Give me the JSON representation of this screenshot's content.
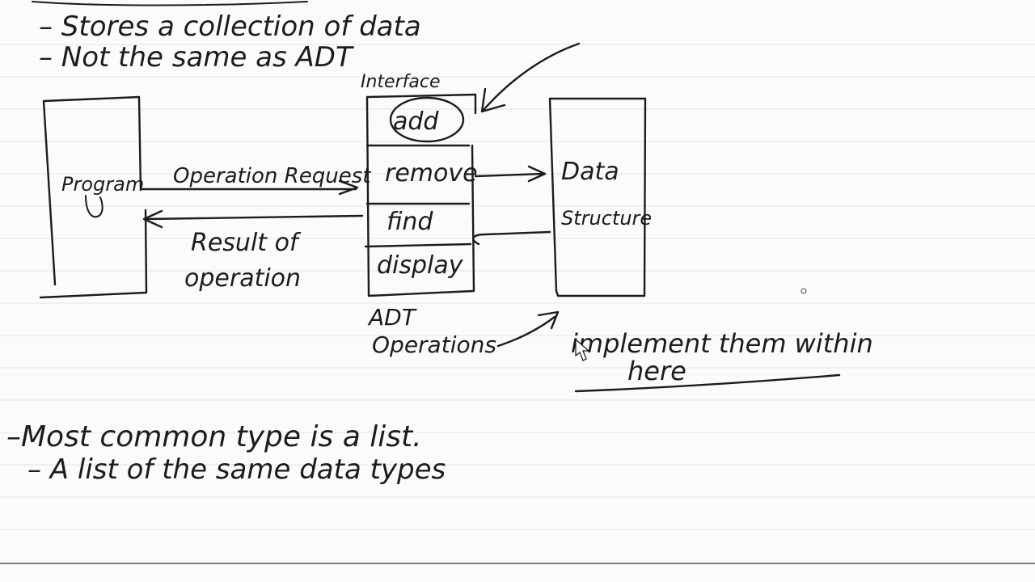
{
  "notes": {
    "line1": "– Stores a collection of data",
    "line2": "– Not the same as ADT",
    "line3": "–Most common type is a list.",
    "line4": "– A list of the same data types"
  },
  "diagram": {
    "program_label": "Program",
    "interface_label": "Interface",
    "ops": [
      "add",
      "remove",
      "find",
      "display"
    ],
    "data_structure_label_1": "Data",
    "data_structure_label_2": "Structure",
    "operation_request": "Operation Request",
    "result_1": "Result of",
    "result_2": "operation",
    "adt_1": "ADT",
    "adt_2": "Operations",
    "implement_1": "implement them within",
    "implement_2": "here"
  },
  "colors": {
    "ink": "#1c1c1c",
    "rule": "#e8e8e8",
    "paper": "#fbfbfb"
  }
}
